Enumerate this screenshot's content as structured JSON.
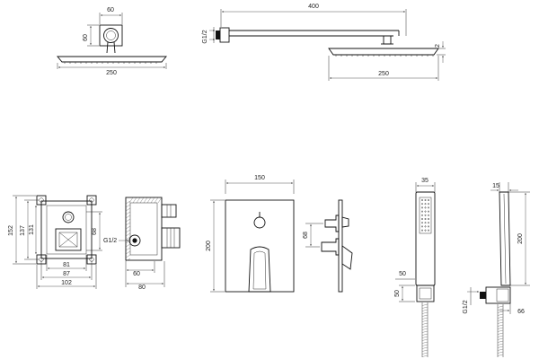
{
  "drawing": {
    "ceiling_head_top": {
      "width": "60",
      "depth": "60",
      "diameter": "250"
    },
    "wall_arm_side": {
      "arm_length": "400",
      "thread": "G1/2",
      "head_thickness": "2",
      "head_diameter": "250"
    },
    "concealed_box_front": {
      "outer_height": "152",
      "mid_height": "137",
      "inner_height": "131",
      "insert_height": "68",
      "width_inner": "81",
      "width_mid": "87",
      "width_outer": "102"
    },
    "concealed_box_side": {
      "thread": "G1/2",
      "depth_inner": "60",
      "depth_outer": "80"
    },
    "cover_plate_front": {
      "width": "150",
      "height": "200"
    },
    "cover_plate_side": {
      "handle_spacing": "68"
    },
    "hand_shower_front": {
      "head_width": "35",
      "holder_height": "50",
      "holder_depth": "50"
    },
    "hand_shower_side": {
      "head_depth": "15",
      "length": "200",
      "thread": "G1/2",
      "outlet_offset": "66"
    }
  }
}
